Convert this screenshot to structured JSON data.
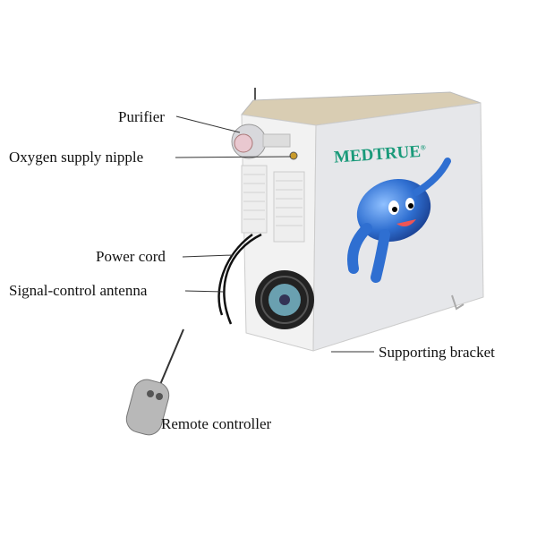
{
  "brand": "MEDTRUE",
  "brand_mark": "®",
  "colors": {
    "brand": "#1a9a7a",
    "mascot": "#2f6fd1",
    "body": "#ececec",
    "top": "#d9cdb3"
  },
  "labels": {
    "purifier": "Purifier",
    "oxygen_nipple": "Oxygen supply nipple",
    "power_cord": "Power cord",
    "antenna": "Signal-control antenna",
    "bracket": "Supporting bracket",
    "remote": "Remote controller"
  }
}
